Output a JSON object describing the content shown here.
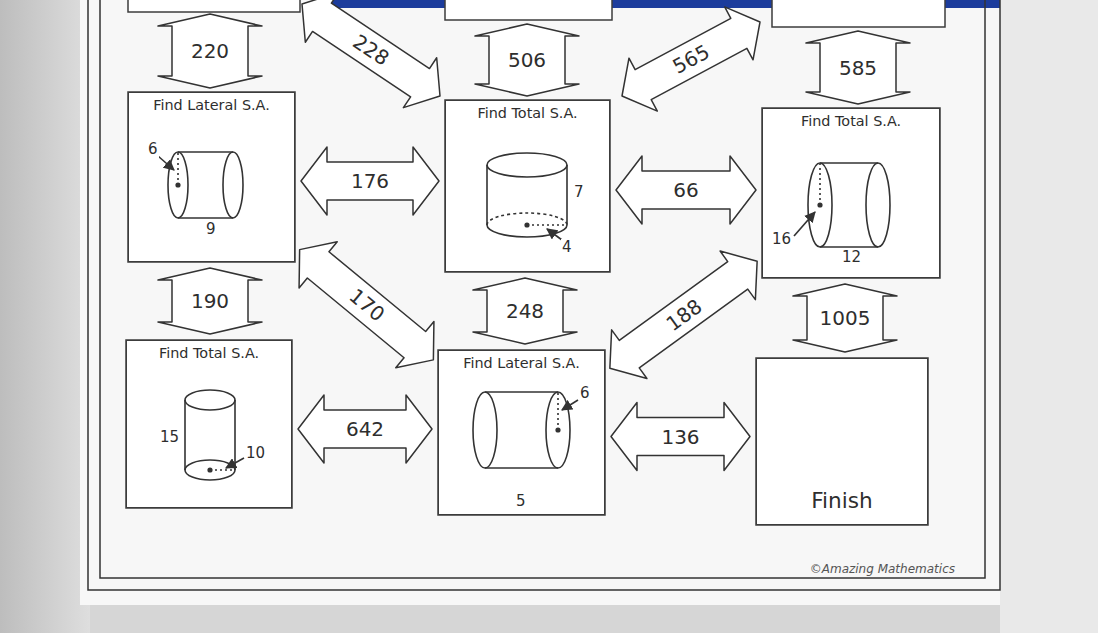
{
  "diagram": {
    "nodes": [
      {
        "text": [
          "Find Lateral S.A.",
          "6",
          "9"
        ]
      },
      {
        "text": [
          "Find Total S.A.",
          "7",
          "4"
        ]
      },
      {
        "text": [
          "Find Total S.A.",
          "16",
          "12"
        ]
      },
      {
        "text": [
          "Find Total S.A.",
          "15",
          "10"
        ]
      },
      {
        "text": [
          "Find Lateral S.A.",
          "6",
          "5"
        ]
      },
      {
        "text": [
          "Finish"
        ]
      }
    ],
    "edges": [
      {
        "from": 0,
        "to": 1,
        "label": "176",
        "arrow": "both"
      },
      {
        "from": 1,
        "to": 2,
        "label": "66",
        "arrow": "both"
      },
      {
        "from": 0,
        "to": 3,
        "label": "190",
        "arrow": "both"
      },
      {
        "from": 0,
        "to": 4,
        "label": "170",
        "arrow": "both"
      },
      {
        "from": 1,
        "to": 4,
        "label": "248",
        "arrow": "both"
      },
      {
        "from": 4,
        "to": 2,
        "label": "188",
        "arrow": "both"
      },
      {
        "from": 2,
        "to": 5,
        "label": "1005",
        "arrow": "both"
      },
      {
        "from": 3,
        "to": 4,
        "label": "642",
        "arrow": "both"
      },
      {
        "from": 4,
        "to": 5,
        "label": "136",
        "arrow": "both"
      }
    ],
    "labels": [
      "220",
      "228",
      "506",
      "565",
      "585",
      "©Amazing Mathematics"
    ]
  }
}
